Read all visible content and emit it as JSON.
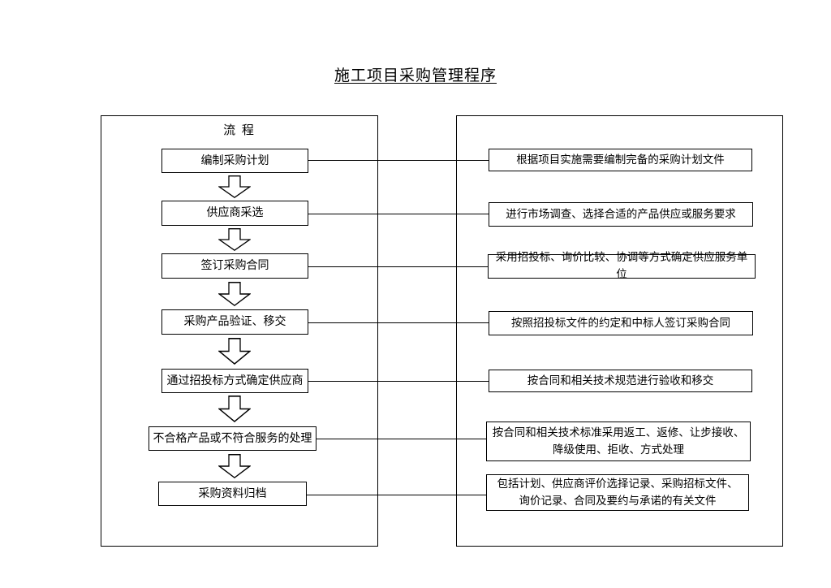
{
  "title": "施工项目采购管理程序",
  "left_panel": {
    "header": "流  程"
  },
  "flow": {
    "steps": [
      {
        "label": "编制采购计划",
        "note": "根据项目实施需要编制完备的采购计划文件"
      },
      {
        "label": "供应商采选",
        "note": "进行市场调查、选择合适的产品供应或服务要求"
      },
      {
        "label": "签订采购合同",
        "note": "采用招投标、询价比较、协调等方式确定供应服务单位"
      },
      {
        "label": "采购产品验证、移交",
        "note": "按照招投标文件的约定和中标人签订采购合同"
      },
      {
        "label": "通过招投标方式确定供应商",
        "note": "按合同和相关技术规范进行验收和移交"
      },
      {
        "label": "不合格产品或不符合服务的处理",
        "note": "按合同和相关技术标准采用返工、返修、让步接收、降级使用、拒收、方式处理"
      },
      {
        "label": "采购资料归档",
        "note": "包括计划、供应商评价选择记录、采购招标文件、询价记录、合同及要约与承诺的有关文件"
      }
    ]
  },
  "colors": {
    "line": "#000000",
    "background": "#ffffff"
  }
}
